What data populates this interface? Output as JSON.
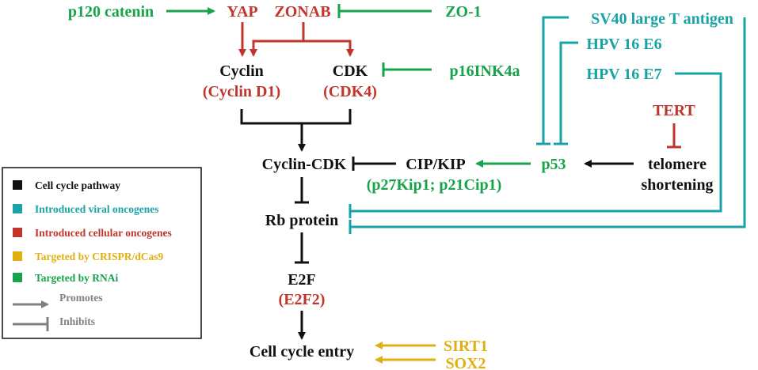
{
  "colors": {
    "black": "#111111",
    "teal": "#19a3a6",
    "red": "#c0362c",
    "yellow": "#e0b010",
    "green": "#16a34a",
    "gray": "#808080"
  },
  "nodes": {
    "p120": "p120 catenin",
    "yap": "YAP",
    "zonab": "ZONAB",
    "zo1": "ZO-1",
    "cyclin": "Cyclin",
    "cyclin_d1": "(Cyclin D1)",
    "cdk": "CDK",
    "cdk4": "(CDK4)",
    "p16": "p16INK4a",
    "sv40": "SV40 large T antigen",
    "hpv_e6": "HPV 16 E6",
    "hpv_e7": "HPV 16 E7",
    "tert": "TERT",
    "cyclin_cdk": "Cyclin-CDK",
    "cip_kip": "CIP/KIP",
    "cip_kip_sub": "(p27Kip1; p21Cip1)",
    "p53": "p53",
    "telomere_1": "telomere",
    "telomere_2": "shortening",
    "rb": "Rb protein",
    "e2f": "E2F",
    "e2f2": "(E2F2)",
    "cell_cycle_entry": "Cell cycle entry",
    "sirt1": "SIRT1",
    "sox2": "SOX2"
  },
  "legend": {
    "items": [
      {
        "label": "Cell cycle pathway",
        "color": "black"
      },
      {
        "label": "Introduced viral oncogenes",
        "color": "teal"
      },
      {
        "label": "Introduced cellular oncogenes",
        "color": "red"
      },
      {
        "label": "Targeted by CRISPR/dCas9",
        "color": "yellow"
      },
      {
        "label": "Targeted by RNAi",
        "color": "green"
      }
    ],
    "promotes": "Promotes",
    "inhibits": "Inhibits"
  }
}
